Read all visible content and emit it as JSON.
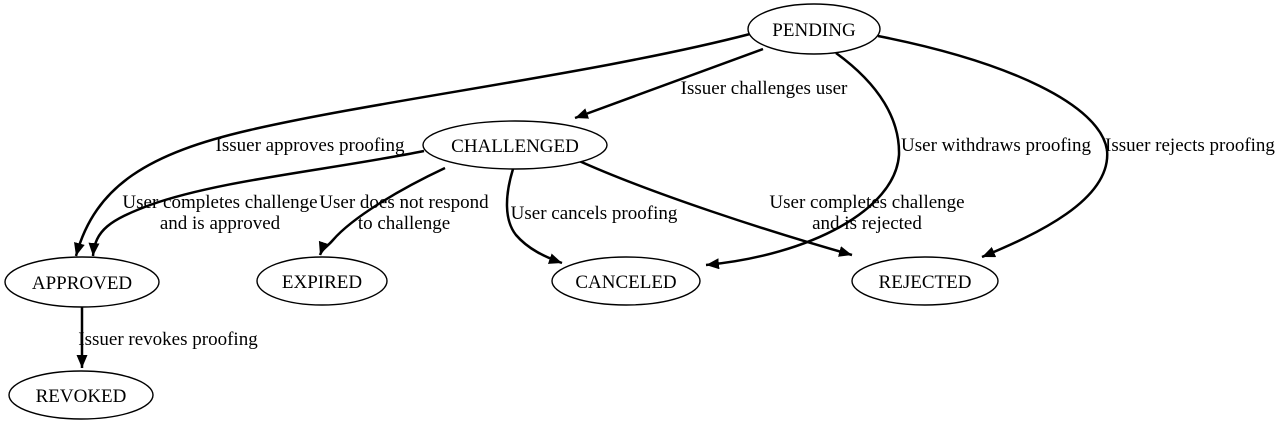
{
  "diagram_type": "state-machine",
  "colors": {
    "background": "#ffffff",
    "node_fill": "#ffffff",
    "stroke": "#000000",
    "text": "#000000"
  },
  "nodes": {
    "pending": "PENDING",
    "challenged": "CHALLENGED",
    "approved": "APPROVED",
    "expired": "EXPIRED",
    "canceled": "CANCELED",
    "rejected": "REJECTED",
    "revoked": "REVOKED"
  },
  "edges": {
    "pending_challenged": {
      "from": "PENDING",
      "to": "CHALLENGED",
      "label": "Issuer challenges user"
    },
    "pending_approved": {
      "from": "PENDING",
      "to": "APPROVED",
      "label": "Issuer approves proofing"
    },
    "pending_canceled": {
      "from": "PENDING",
      "to": "CANCELED",
      "label": "User withdraws proofing"
    },
    "pending_rejected": {
      "from": "PENDING",
      "to": "REJECTED",
      "label": "Issuer rejects proofing"
    },
    "challenged_approved": {
      "from": "CHALLENGED",
      "to": "APPROVED",
      "label": "User completes challenge and is approved",
      "label_lines": [
        "User completes challenge",
        "and is approved"
      ]
    },
    "challenged_expired": {
      "from": "CHALLENGED",
      "to": "EXPIRED",
      "label": "User does not respond to challenge",
      "label_lines": [
        "User does not respond",
        "to challenge"
      ]
    },
    "challenged_canceled": {
      "from": "CHALLENGED",
      "to": "CANCELED",
      "label": "User cancels proofing"
    },
    "challenged_rejected": {
      "from": "CHALLENGED",
      "to": "REJECTED",
      "label": "User completes challenge and is rejected",
      "label_lines": [
        "User completes challenge",
        "and is rejected"
      ]
    },
    "approved_revoked": {
      "from": "APPROVED",
      "to": "REVOKED",
      "label": "Issuer revokes proofing"
    }
  }
}
